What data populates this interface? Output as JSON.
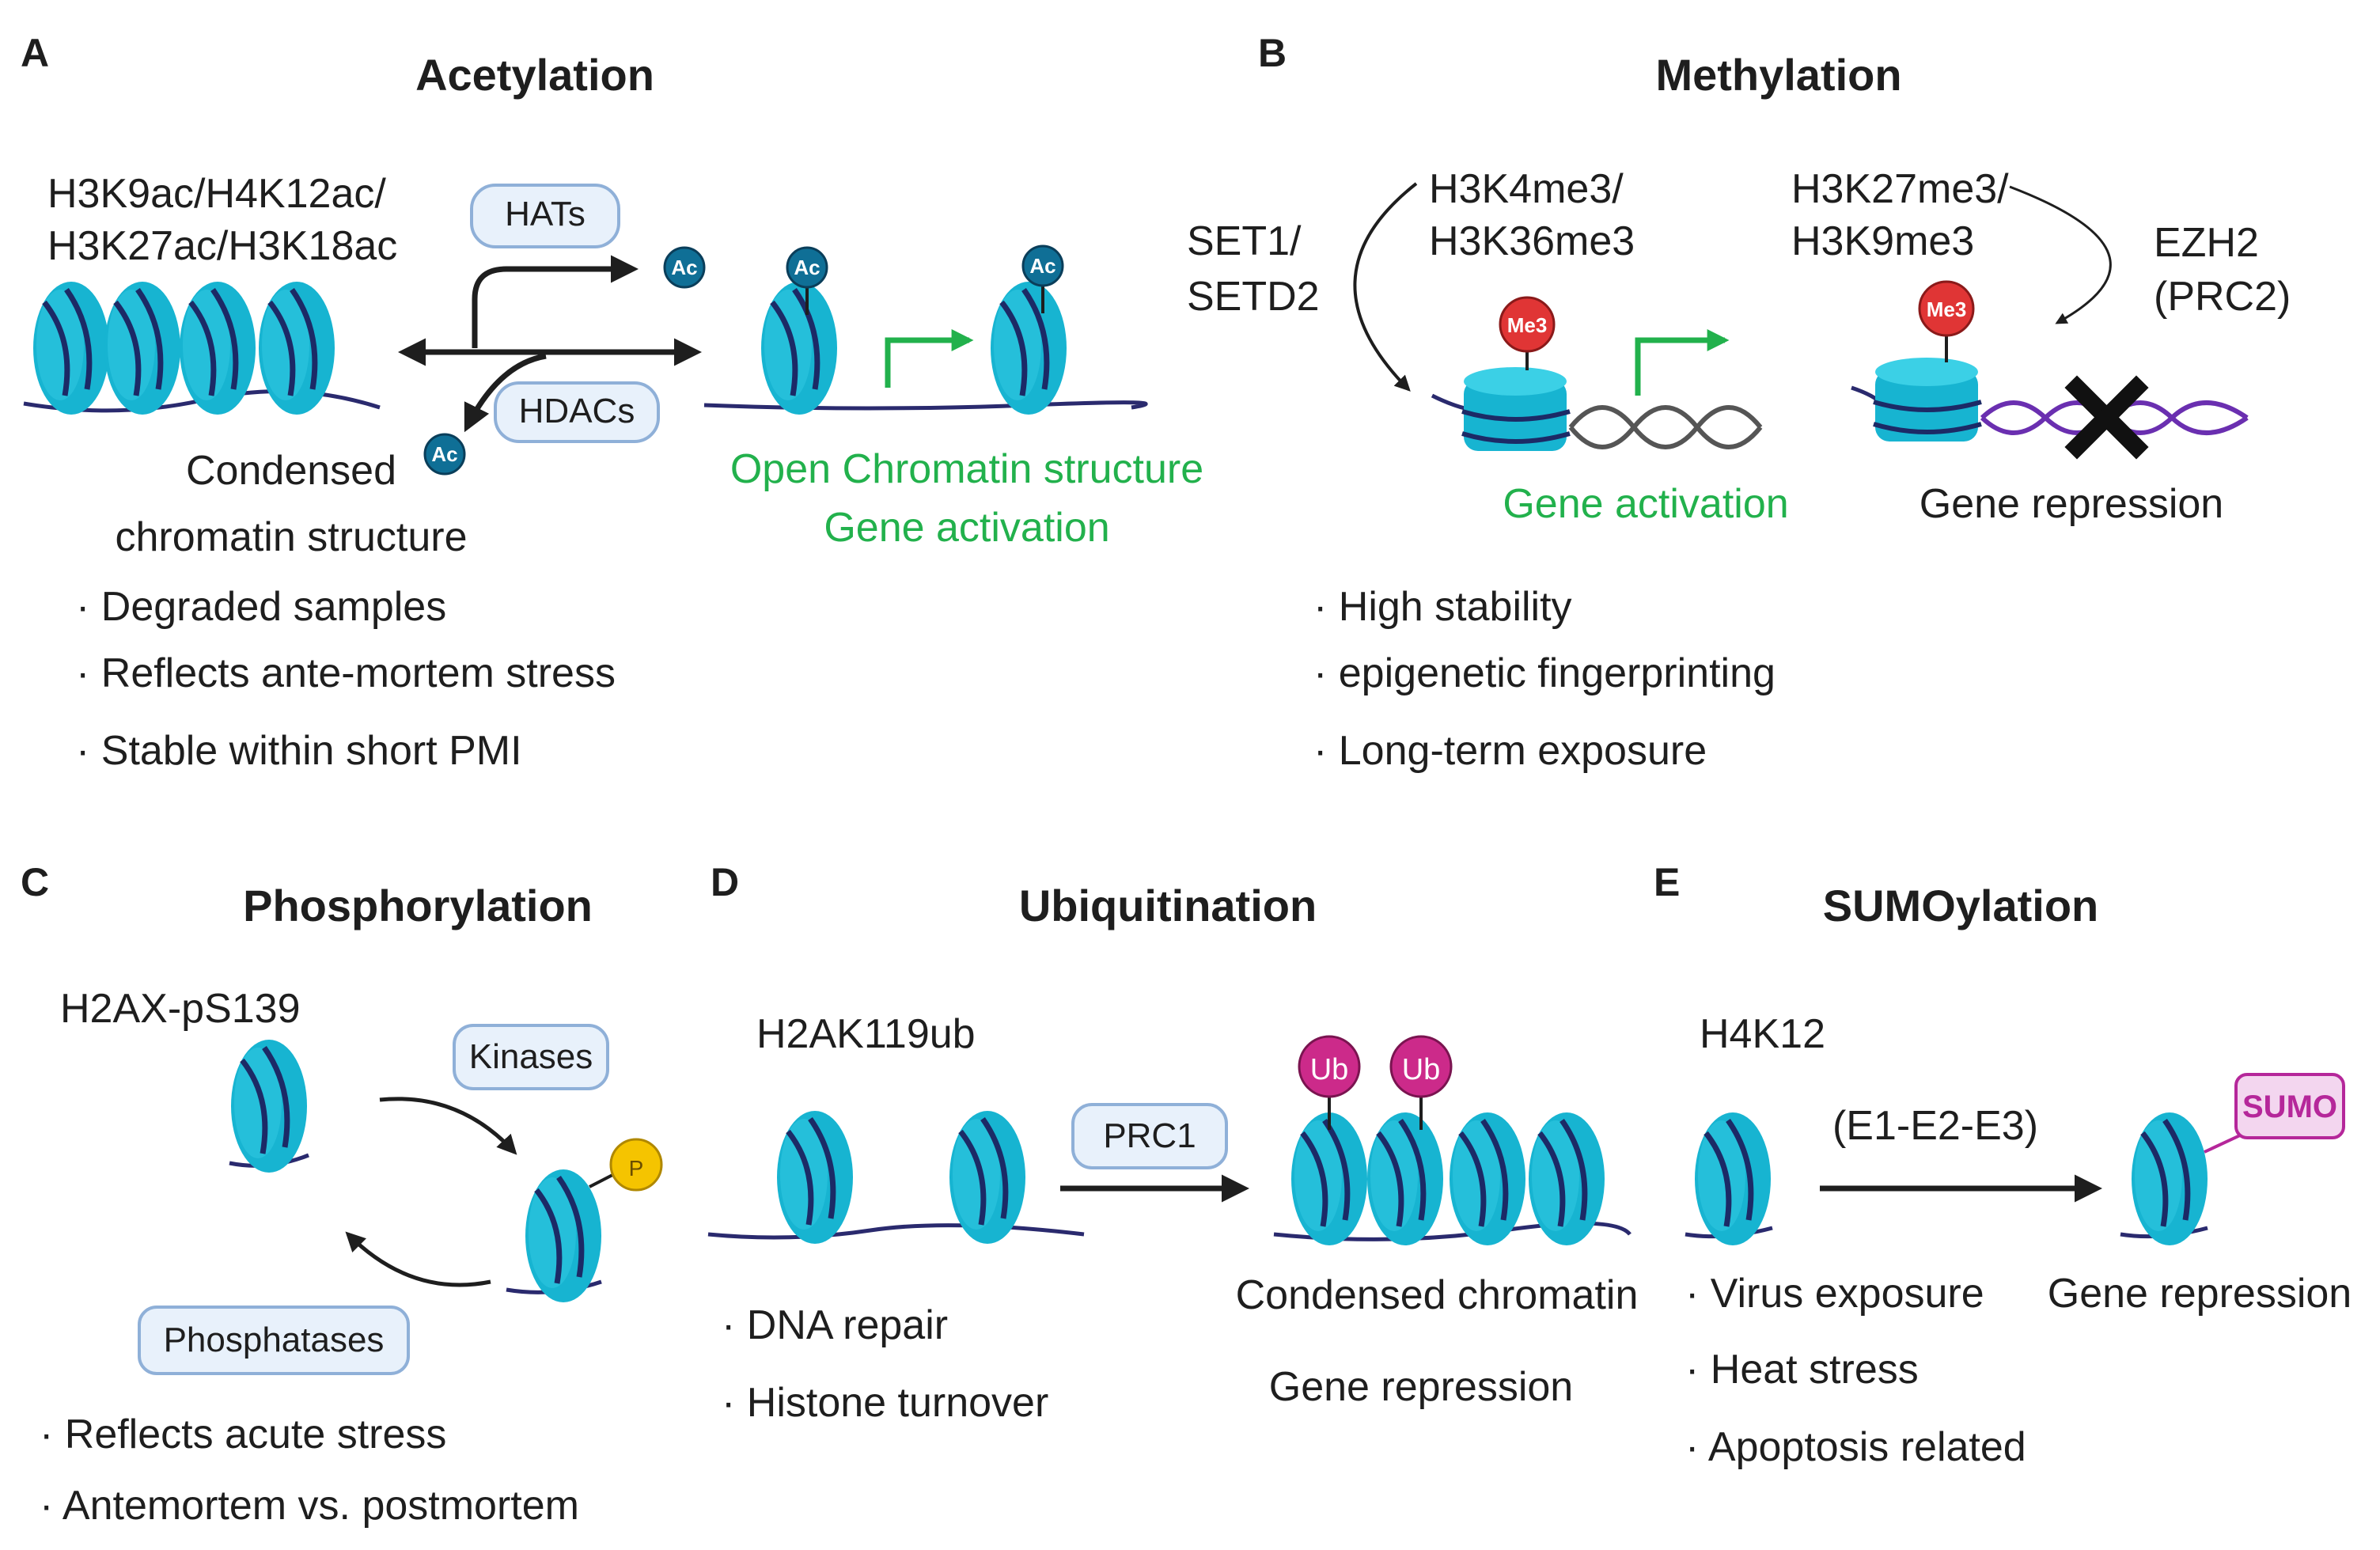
{
  "panels": {
    "A": {
      "letter": "A",
      "title": "Acetylation",
      "marks_line1": "H3K9ac/H4K12ac/",
      "marks_line2": "H3K27ac/H3K18ac",
      "hats": "HATs",
      "hdacs": "HDACs",
      "ac": "Ac",
      "condensed_line1": "Condensed",
      "condensed_line2": "chromatin structure",
      "open_line1": "Open Chromatin structure",
      "open_line2": "Gene activation",
      "bullets": [
        "· Degraded samples",
        "· Reflects ante-mortem stress",
        "· Stable within  short PMI"
      ]
    },
    "B": {
      "letter": "B",
      "title": "Methylation",
      "enzyme1_line1": "SET1/",
      "enzyme1_line2": "SETD2",
      "marks1_line1": "H3K4me3/",
      "marks1_line2": "H3K36me3",
      "marks2_line1": "H3K27me3/",
      "marks2_line2": "H3K9me3",
      "enzyme2_line1": "EZH2",
      "enzyme2_line2": "(PRC2)",
      "me3": "Me3",
      "activation": "Gene activation",
      "repression": "Gene repression",
      "bullets": [
        "· High stability",
        "· epigenetic fingerprinting",
        "· Long-term exposure"
      ]
    },
    "C": {
      "letter": "C",
      "title": "Phosphorylation",
      "mark": "H2AX-pS139",
      "kinases": "Kinases",
      "phosphatases": "Phosphatases",
      "p": "P",
      "bullets": [
        "· Reflects  acute stress",
        "· Antemortem vs. postmortem"
      ]
    },
    "D": {
      "letter": "D",
      "title": "Ubiquitination",
      "mark": "H2AK119ub",
      "prc1": "PRC1",
      "ub": "Ub",
      "condensed": "Condensed chromatin",
      "repression": "Gene repression",
      "bullets": [
        "· DNA repair",
        "· Histone turnover"
      ]
    },
    "E": {
      "letter": "E",
      "title": "SUMOylation",
      "mark": "H4K12",
      "enzymes": "(E1-E2-E3)",
      "sumo": "SUMO",
      "repression": "Gene repression",
      "bullets": [
        "· Virus exposure",
        "· Heat stress",
        "· Apoptosis related"
      ]
    }
  },
  "colors": {
    "nucleosome": "#17b4d1",
    "nucleosome_dark": "#0f8fab",
    "dna": "#2a2a6e",
    "green": "#22b14c",
    "ac": "#0f6f96",
    "me3": "#e03535",
    "ub": "#cc2a8a",
    "phospho": "#f5c400",
    "sumo": "#b5279a",
    "box_fill": "#e8f1fb",
    "box_stroke": "#8fb0d8"
  },
  "icons": [
    "nucleosome-icon",
    "arrow-icon",
    "transcription-arrow-icon",
    "dna-helix-icon",
    "cross-icon"
  ]
}
